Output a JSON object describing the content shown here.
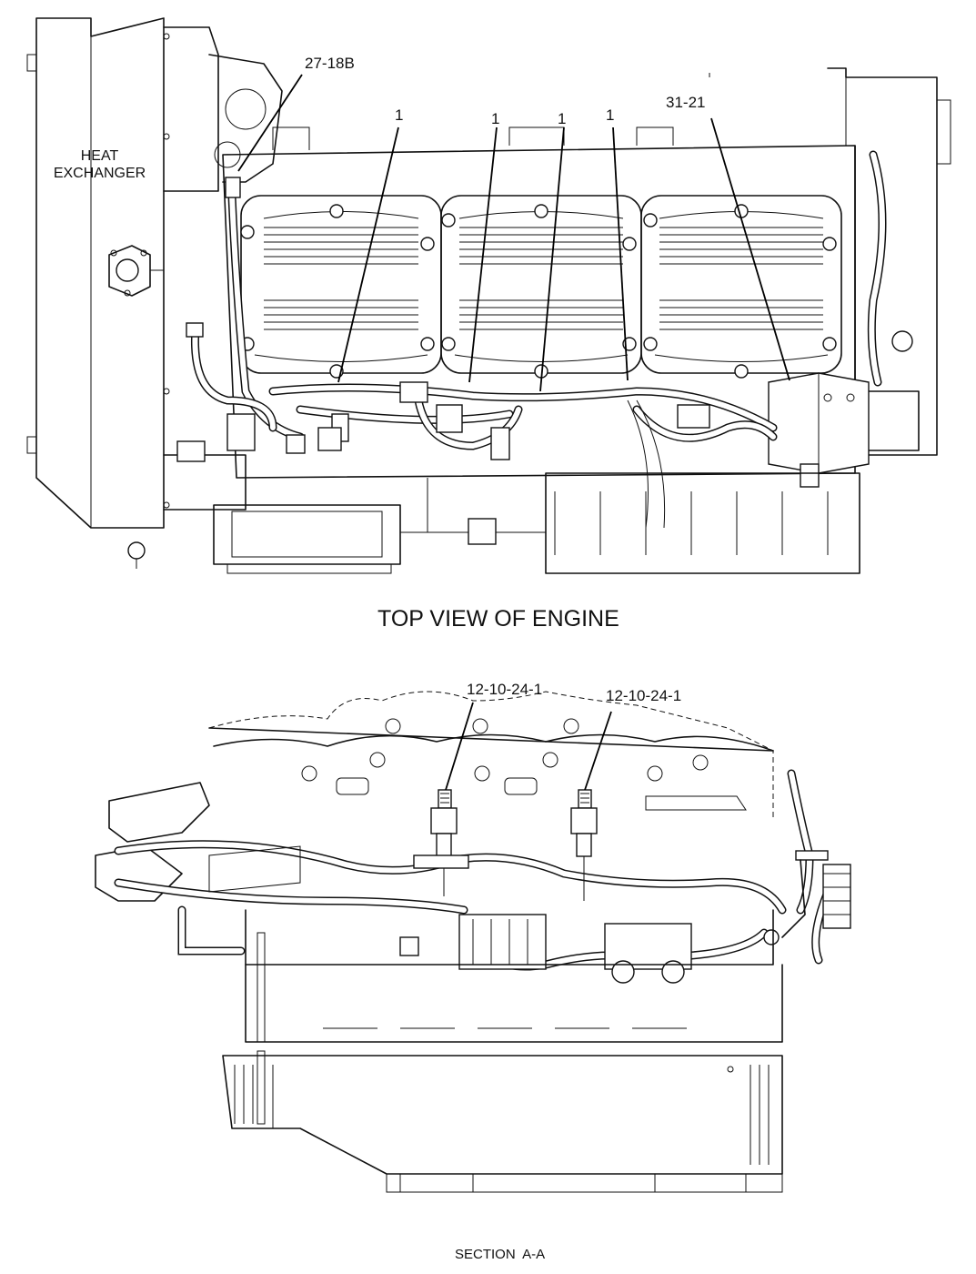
{
  "top_view": {
    "caption": "TOP VIEW OF ENGINE",
    "heat_exchanger_label_line1": "HEAT",
    "heat_exchanger_label_line2": "EXCHANGER",
    "callouts": {
      "c27_18b": "27-18B",
      "c1_a": "1",
      "c1_b": "1",
      "c1_c": "1",
      "c1_d": "1",
      "c31_21": "31-21"
    }
  },
  "section_view": {
    "caption": "SECTION  A-A",
    "callouts": {
      "c12_a": "12-10-24-1",
      "c12_b": "12-10-24-1"
    }
  }
}
